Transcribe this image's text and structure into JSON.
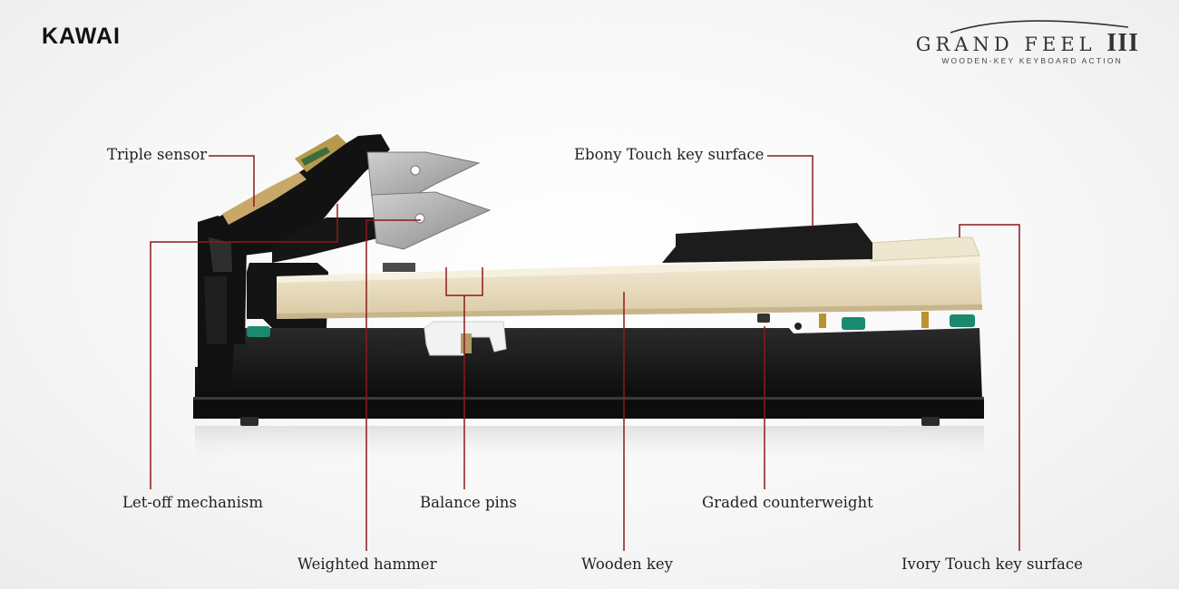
{
  "brand": {
    "name": "KAWAI"
  },
  "product_logo": {
    "title": "GRAND FEEL",
    "numeral": "III",
    "subtitle": "WOODEN-KEY KEYBOARD ACTION"
  },
  "callouts": {
    "triple_sensor": "Triple sensor",
    "ebony_touch": "Ebony Touch key surface",
    "let_off": "Let-off mechanism",
    "balance_pins": "Balance pins",
    "graded_counterweight": "Graded counterweight",
    "weighted_hammer": "Weighted hammer",
    "wooden_key": "Wooden key",
    "ivory_touch": "Ivory Touch key surface"
  },
  "colors": {
    "leader_line": "#8b1a1a",
    "key_wood": "#e9dfc6",
    "frame_black": "#141414",
    "felt_green": "#1a8a6e",
    "hammer_metal": "#9c9c9c"
  }
}
